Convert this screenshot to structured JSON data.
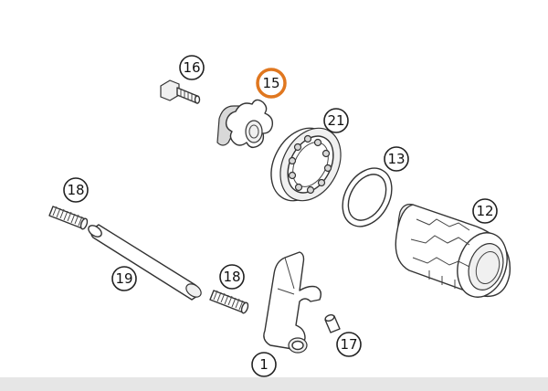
{
  "diagram": {
    "highlight_color": "#e0771f",
    "callouts": [
      {
        "id": "c16",
        "label": "16",
        "highlighted": false
      },
      {
        "id": "c15",
        "label": "15",
        "highlighted": true
      },
      {
        "id": "c21",
        "label": "21",
        "highlighted": false
      },
      {
        "id": "c13",
        "label": "13",
        "highlighted": false
      },
      {
        "id": "c12",
        "label": "12",
        "highlighted": false
      },
      {
        "id": "c18a",
        "label": "18",
        "highlighted": false
      },
      {
        "id": "c19",
        "label": "19",
        "highlighted": false
      },
      {
        "id": "c18b",
        "label": "18",
        "highlighted": false
      },
      {
        "id": "c1",
        "label": "1",
        "highlighted": false
      },
      {
        "id": "c17",
        "label": "17",
        "highlighted": false
      }
    ],
    "parts": [
      "bolt",
      "star-cam",
      "bearing",
      "washer-ring",
      "shift-drum",
      "spring-left",
      "shift-rod",
      "spring-right",
      "shift-fork",
      "roller-pin"
    ]
  }
}
